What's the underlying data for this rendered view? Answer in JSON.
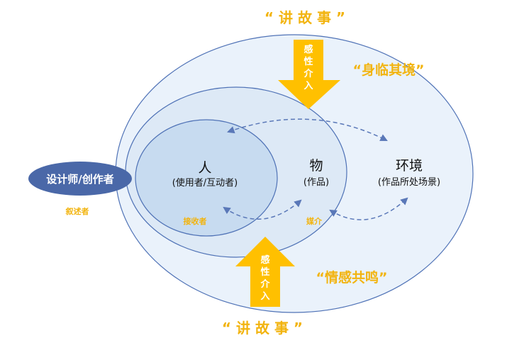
{
  "title_top": "“ 讲 故 事 ”",
  "title_bottom": "“ 讲 故 事 ”",
  "designer": {
    "label": "设计师/创作者",
    "role": "叙述者"
  },
  "person": {
    "title": "人",
    "subtitle": "(使用者/互动者)",
    "role": "接收者"
  },
  "object": {
    "title": "物",
    "subtitle": "(作品)",
    "role": "媒介"
  },
  "environment": {
    "title": "环境",
    "subtitle": "(作品所处场景)"
  },
  "top_arrow": {
    "chars": [
      "感",
      "性",
      "介",
      "入"
    ],
    "effect": "“身临其境”"
  },
  "bottom_arrow": {
    "chars": [
      "感",
      "性",
      "介",
      "入"
    ],
    "effect": "“情感共鸣”"
  },
  "colors": {
    "outer_fill": "#eaf2fb",
    "middle_fill": "#dde9f6",
    "inner_fill": "#c7dbf0",
    "stroke": "#4f72b6",
    "designer_fill": "#4a68a8",
    "arrow_fill": "#ffc000",
    "accent_text": "#f2b40f"
  }
}
